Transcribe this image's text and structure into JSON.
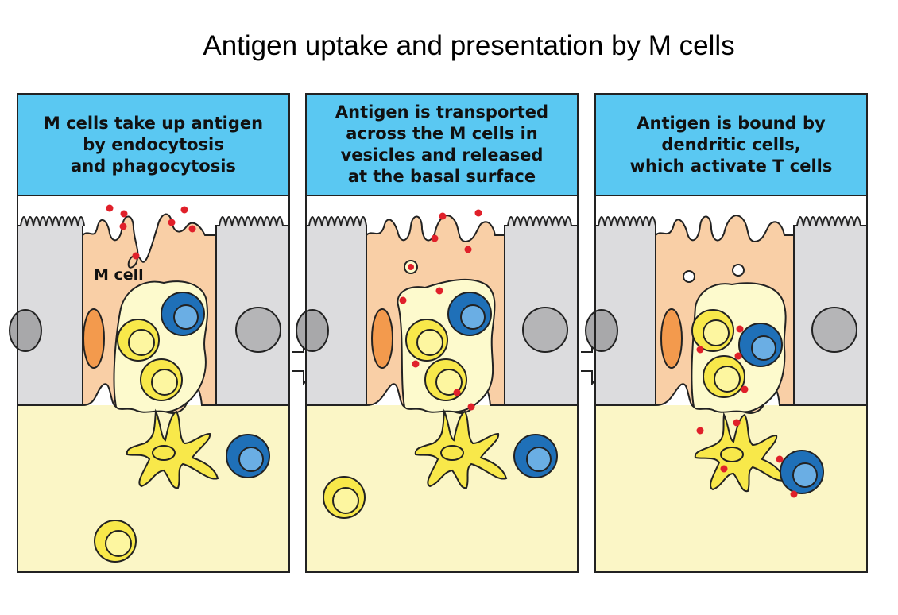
{
  "title": "Antigen uptake and presentation by M cells",
  "panels": [
    {
      "caption": [
        "M cells take up antigen",
        "by endocytosis",
        "and phagocytosis"
      ],
      "m_cell_label": "M cell"
    },
    {
      "caption": [
        "Antigen is transported",
        "across the M cells in",
        "vesicles and released",
        "at the basal surface"
      ]
    },
    {
      "caption": [
        "Antigen is bound by",
        "dendritic cells,",
        "which activate T cells"
      ]
    }
  ],
  "colors": {
    "caption_bg": "#5ac8f2",
    "epithelium": "#dcdcde",
    "m_cell": "#f9cfa6",
    "lamina": "#fbf6c6",
    "pocket": "#fdfacd",
    "lymphocyte_yellow": "#f8e84a",
    "lymphocyte_blue": "#1f70b8",
    "antigen": "#e0202a",
    "dendritic_cell": "#f8e84a"
  }
}
